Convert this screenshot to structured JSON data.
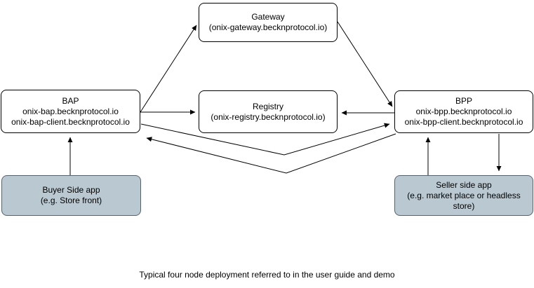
{
  "diagram": {
    "caption": "Typical four node deployment referred to in the user guide and demo",
    "colors": {
      "background": "#ffffff",
      "node_fill": "#ffffff",
      "node_border": "#000000",
      "app_node_fill": "#b9c8d1",
      "app_node_border": "#54636e",
      "arrow": "#000000",
      "text": "#000000"
    },
    "nodes": {
      "gateway": {
        "line1": "Gateway",
        "line2": "(onix-gateway.becknprotocol.io)"
      },
      "bap": {
        "line1": "BAP",
        "line2": "onix-bap.becknprotocol.io",
        "line3": "onix-bap-client.becknprotocol.io"
      },
      "registry": {
        "line1": "Registry",
        "line2": "(onix-registry.becknprotocol.io)"
      },
      "bpp": {
        "line1": "BPP",
        "line2": "onix-bpp.becknprotocol.io",
        "line3": "onix-bpp-client.becknprotocol.io"
      },
      "buyer_app": {
        "line1": "Buyer Side app",
        "line2": "(e.g. Store front)"
      },
      "seller_app": {
        "line1": "Seller side app",
        "line2": "(e.g. market place or headless store)"
      }
    },
    "edges": [
      {
        "from": "BAP",
        "to": "Gateway"
      },
      {
        "from": "Gateway",
        "to": "BPP"
      },
      {
        "from": "BAP",
        "to": "Registry"
      },
      {
        "from": "BPP",
        "to": "Registry"
      },
      {
        "from": "BAP",
        "to": "BPP"
      },
      {
        "from": "BPP",
        "to": "BAP"
      },
      {
        "from": "Buyer Side app",
        "to": "BAP"
      },
      {
        "from": "Seller side app",
        "to": "BPP"
      },
      {
        "from": "BPP",
        "to": "Seller side app"
      }
    ]
  }
}
